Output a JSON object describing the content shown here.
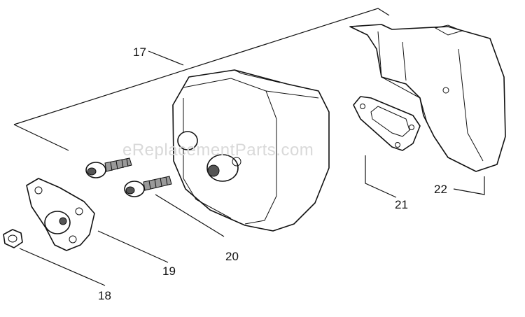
{
  "watermark": "eReplacementParts.com",
  "callouts": [
    {
      "id": "17",
      "label": "17"
    },
    {
      "id": "18",
      "label": "18"
    },
    {
      "id": "19",
      "label": "19"
    },
    {
      "id": "20",
      "label": "20"
    },
    {
      "id": "21",
      "label": "21"
    },
    {
      "id": "22",
      "label": "22"
    }
  ]
}
